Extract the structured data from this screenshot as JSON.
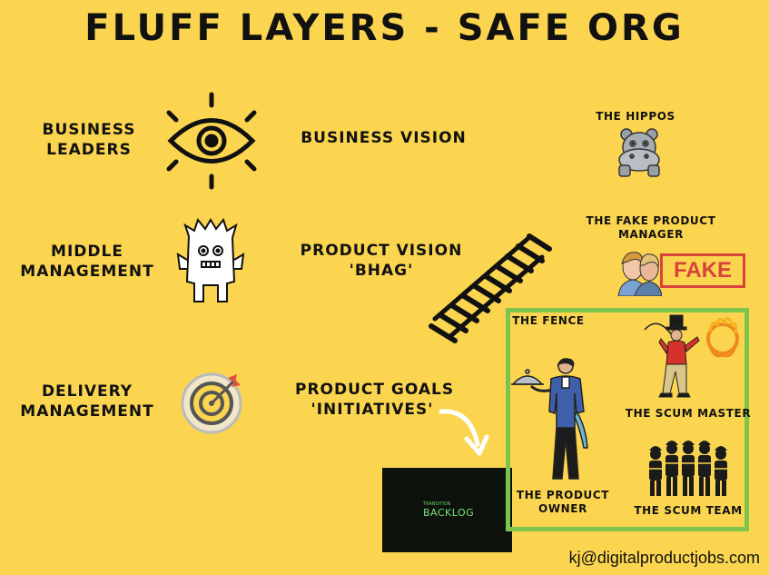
{
  "title": "FLUFF LAYERS - SAFE ORG",
  "left_labels": {
    "business_leaders": [
      "BUSINESS",
      "LEADERS"
    ],
    "middle_management": [
      "MIDDLE",
      "MANAGEMENT"
    ],
    "delivery_management": [
      "DELIVERY",
      "MANAGEMENT"
    ]
  },
  "center_labels": {
    "business_vision": "BUSINESS VISION",
    "product_vision": [
      "PRODUCT VISION",
      "'BHAG'"
    ],
    "product_goals": [
      "PRODUCT GOALS",
      "'INITIATIVES'"
    ]
  },
  "right_labels": {
    "hippos": "THE HIPPOS",
    "fake_pm": [
      "THE FAKE PRODUCT",
      "MANAGER"
    ],
    "fake_stamp": "FAKE",
    "fence": "THE FENCE",
    "scrum_master": "THE SCUM MASTER",
    "product_owner": [
      "THE PRODUCT",
      "OWNER"
    ],
    "scrum_team": "THE SCUM TEAM"
  },
  "backlog": {
    "subtitle": "TRANSITION",
    "title": "BACKLOG"
  },
  "email": "kj@digitalproductjobs.com",
  "icons": {
    "eye": "eye-icon",
    "monster": "monster-icon",
    "target": "target-icon",
    "hippo": "hippo-icon",
    "rail": "railroad-track-icon",
    "arrow": "curved-arrow-icon",
    "faces": "faces-icon",
    "waiter": "waiter-icon",
    "ringmaster": "ringmaster-icon",
    "team": "workers-team-icon"
  },
  "colors": {
    "background": "#fbd54f",
    "fence": "#7cc54a",
    "stamp": "#d8433b"
  }
}
